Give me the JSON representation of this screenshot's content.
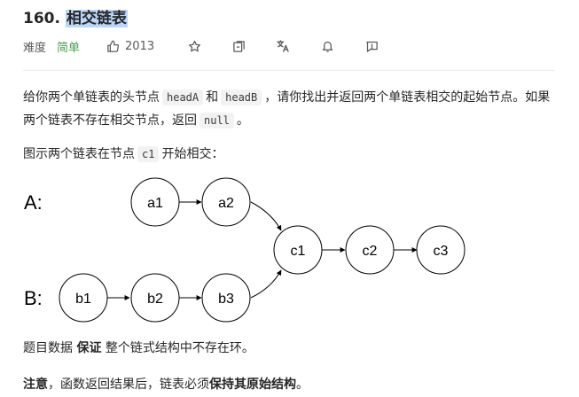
{
  "problem": {
    "number": "160.",
    "title": "相交链表"
  },
  "meta": {
    "difficulty_label": "难度",
    "difficulty_value": "简单",
    "difficulty_color": "#43a047",
    "likes": "2013",
    "icons": [
      "thumbs-up-icon",
      "star-icon",
      "share-icon",
      "translate-icon",
      "bell-icon",
      "feedback-icon"
    ]
  },
  "description": {
    "p1_a": "给你两个单链表的头节点",
    "code_headA": "headA",
    "p1_and": "和",
    "code_headB": "headB",
    "p1_b": "，请你找出并返回两个单链表相交的起始节点。如果两个链表不存在相交节点，返回",
    "code_null": "null",
    "p1_end": "。",
    "p2_a": "图示两个链表在节点",
    "code_c1": "c1",
    "p2_b": "开始相交："
  },
  "diagram": {
    "label_a": "A:",
    "label_b": "B:",
    "nodes": {
      "a1": "a1",
      "a2": "a2",
      "b1": "b1",
      "b2": "b2",
      "b3": "b3",
      "c1": "c1",
      "c2": "c2",
      "c3": "c3"
    }
  },
  "notes": {
    "p3_a": "题目数据",
    "p3_bold": "保证",
    "p3_b": "整个链式结构中不存在环。",
    "p4_bold1": "注意",
    "p4_a": "，函数返回结果后，链表必须",
    "p4_bold2": "保持其原始结构",
    "p4_end": "。"
  }
}
